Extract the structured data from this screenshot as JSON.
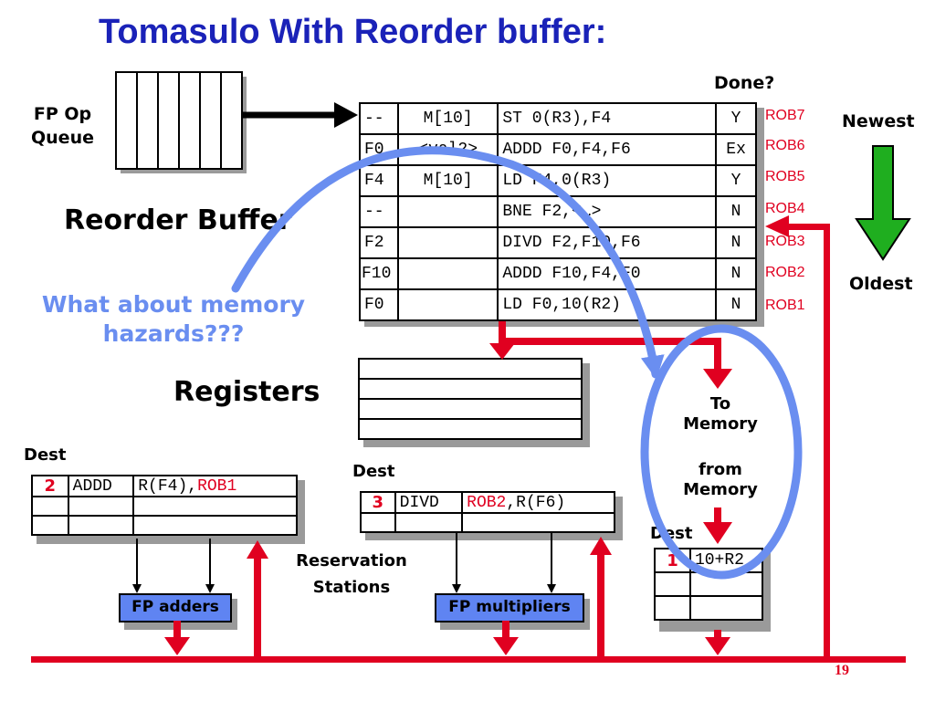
{
  "title": "Tomasulo With Reorder buffer:",
  "fp_op_queue_label": "FP Op\nQueue",
  "done_header": "Done?",
  "reorder_buffer_label": "Reorder Buffer",
  "rob_rows": [
    {
      "dest": "--",
      "value": "M[10]",
      "instr": "ST 0(R3),F4",
      "done": "Y",
      "tag": "ROB7"
    },
    {
      "dest": "F0",
      "value": "<val2>",
      "instr": "ADDD F0,F4,F6",
      "done": "Ex",
      "tag": "ROB6"
    },
    {
      "dest": "F4",
      "value": "M[10]",
      "instr": "LD F4,0(R3)",
      "done": "Y",
      "tag": "ROB5"
    },
    {
      "dest": "--",
      "value": "",
      "instr": "BNE F2,<…>",
      "done": "N",
      "tag": "ROB4"
    },
    {
      "dest": "F2",
      "value": "",
      "instr": "DIVD F2,F10,F6",
      "done": "N",
      "tag": "ROB3"
    },
    {
      "dest": "F10",
      "value": "",
      "instr": "ADDD F10,F4,F0",
      "done": "N",
      "tag": "ROB2"
    },
    {
      "dest": "F0",
      "value": "",
      "instr": "LD F0,10(R2)",
      "done": "N",
      "tag": "ROB1"
    }
  ],
  "newest_label": "Newest",
  "oldest_label": "Oldest",
  "memory_hazards_note": "What about memory\nhazards???",
  "registers_label": "Registers",
  "to_memory_label": "To\nMemory",
  "from_memory_label": "from\nMemory",
  "adder_rs": {
    "dest_label": "Dest",
    "rows": [
      {
        "dest": "2",
        "op": "ADDD",
        "operand_plain": "R(F4),",
        "operand_red": "ROB1"
      },
      {
        "dest": "",
        "op": "",
        "operand_plain": "",
        "operand_red": ""
      },
      {
        "dest": "",
        "op": "",
        "operand_plain": "",
        "operand_red": ""
      }
    ]
  },
  "mult_rs": {
    "dest_label": "Dest",
    "rows": [
      {
        "dest": "3",
        "op": "DIVD",
        "operand_red": "ROB2",
        "operand_plain": ",R(F6)"
      },
      {
        "dest": "",
        "op": "",
        "operand_red": "",
        "operand_plain": ""
      }
    ]
  },
  "load_buffer": {
    "dest_label": "Dest",
    "rows": [
      {
        "dest": "1",
        "addr": "10+R2"
      },
      {
        "dest": "",
        "addr": ""
      },
      {
        "dest": "",
        "addr": ""
      }
    ]
  },
  "reservation_stations_label": "Reservation\nStations",
  "fp_adders_label": "FP adders",
  "fp_multipliers_label": "FP multipliers",
  "page_number": "19",
  "colors": {
    "title": "#1a22b8",
    "bus_red": "#e00020",
    "tag_red": "#e00020",
    "annotation_blue": "#6a8ef0",
    "unit_fill": "#5f84f2",
    "arrow_green": "#1fae1f"
  }
}
